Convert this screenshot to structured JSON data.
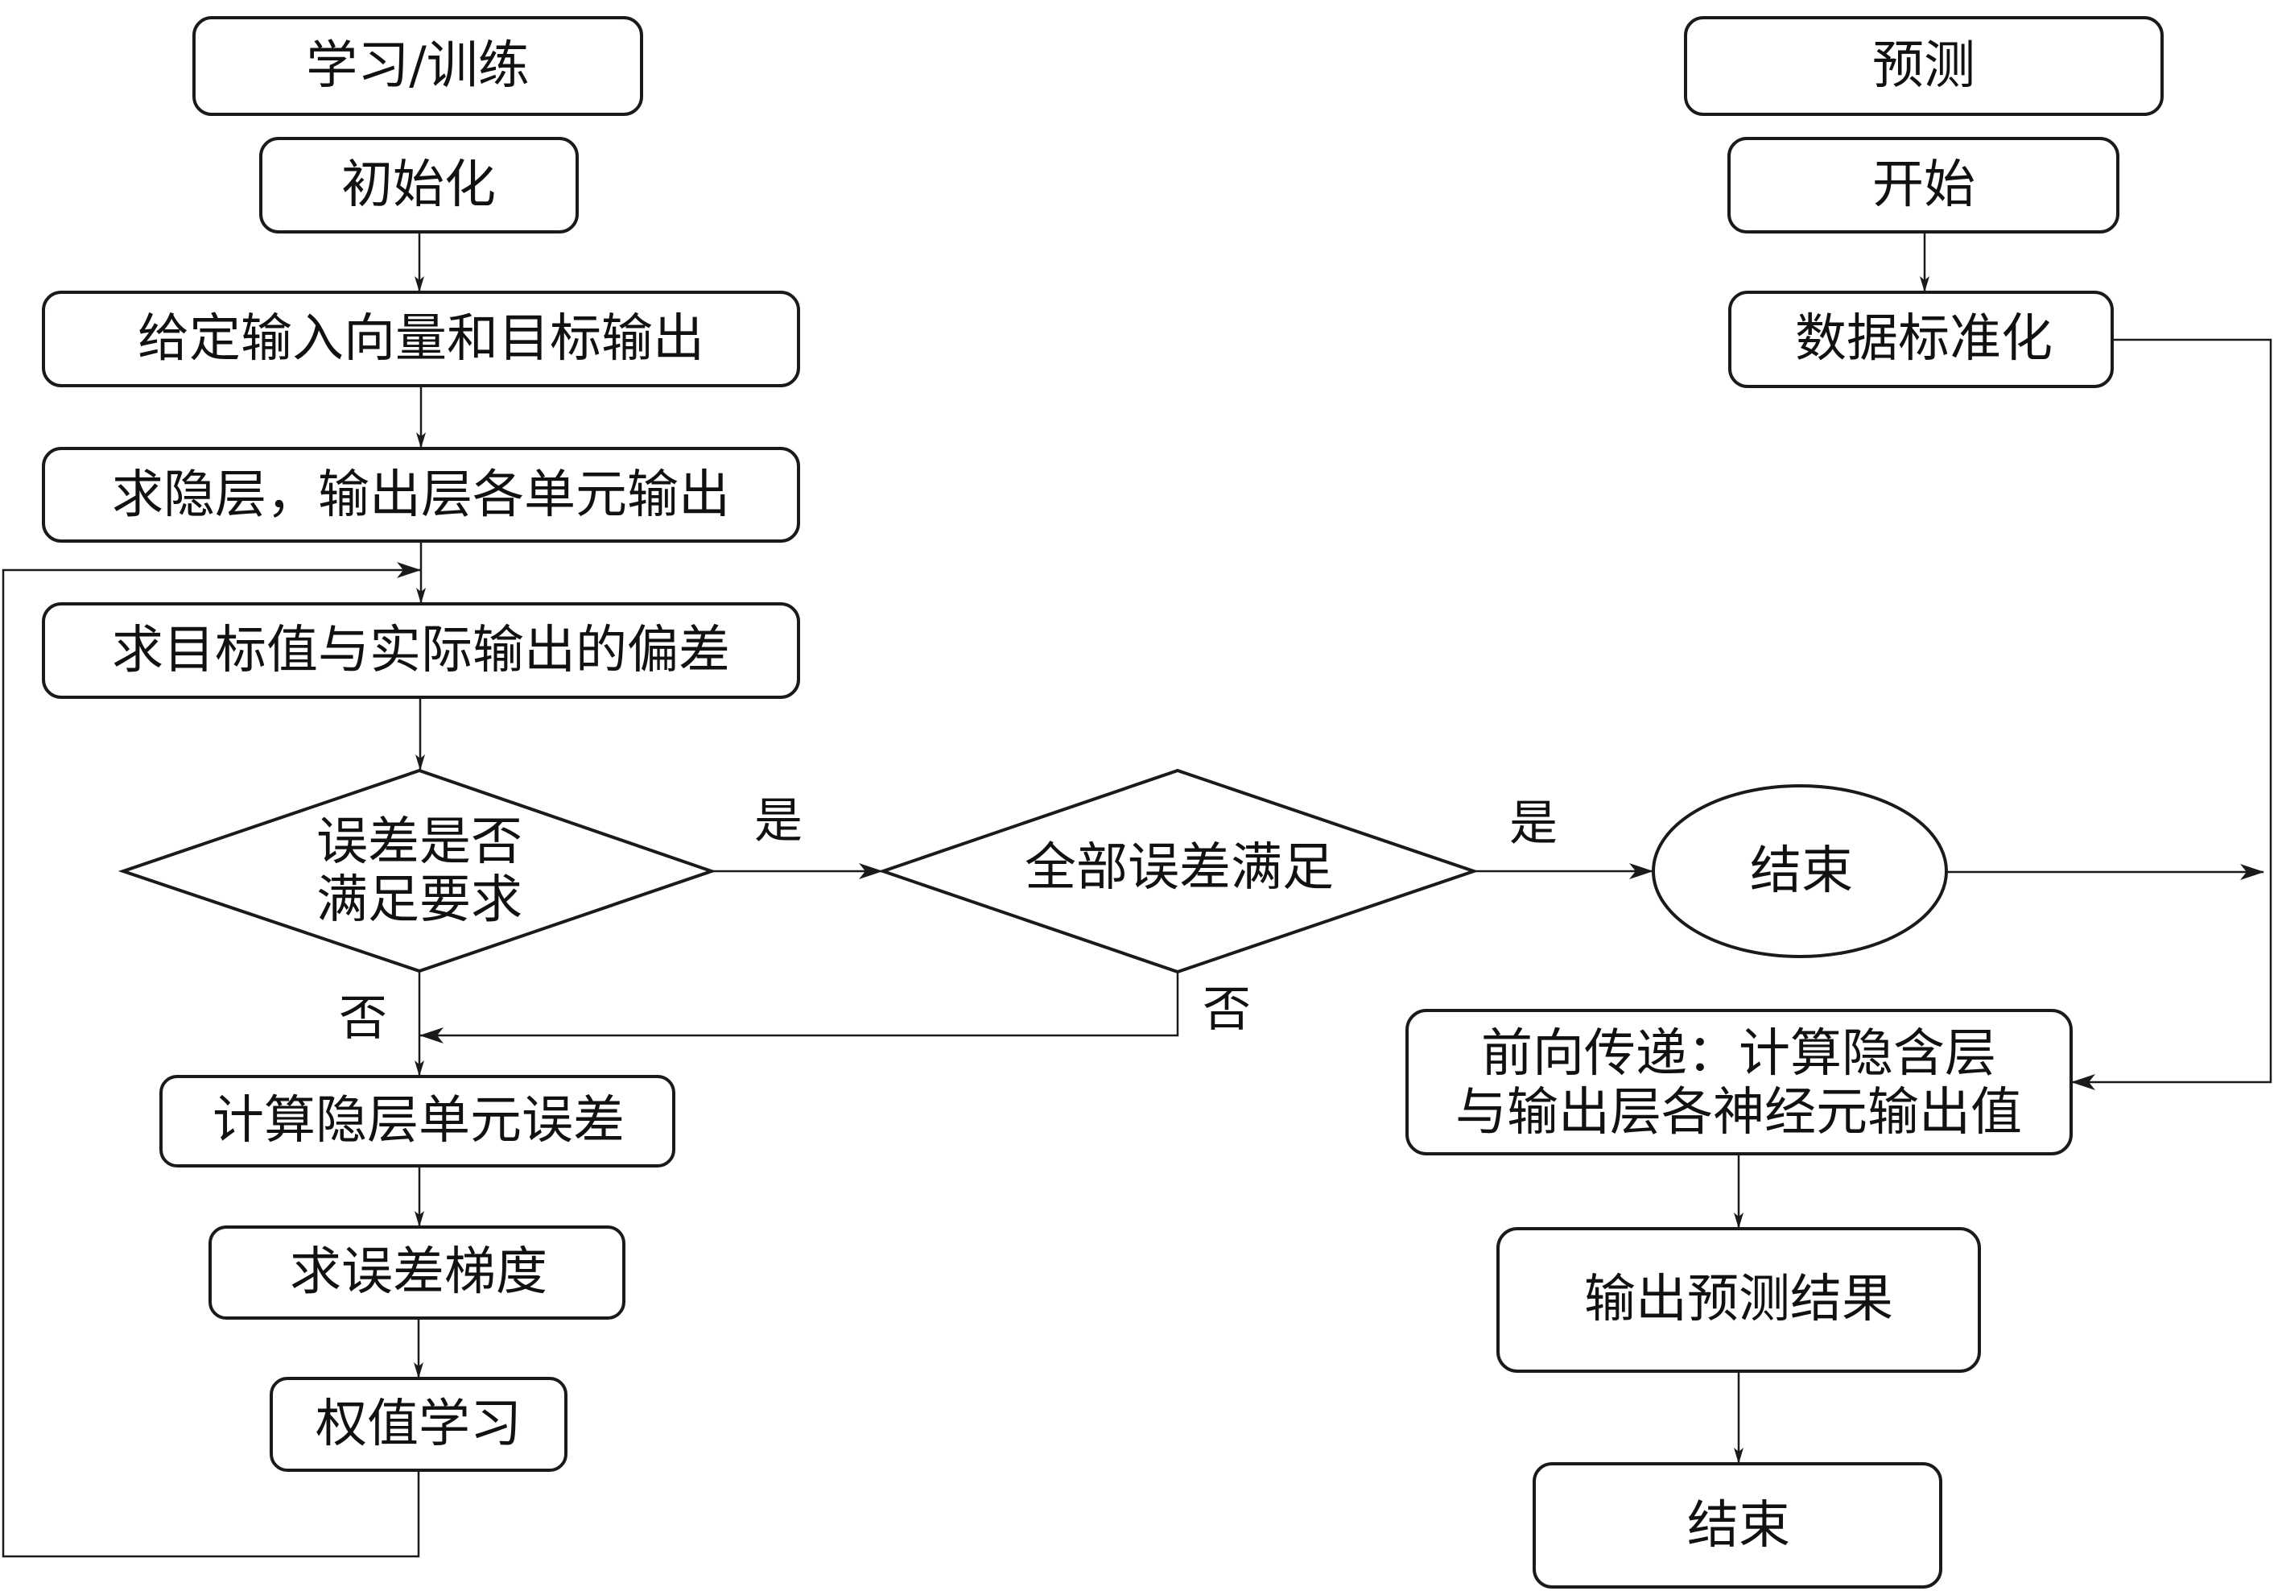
{
  "diagram": {
    "type": "flowchart",
    "training": {
      "header": "学习/训练",
      "init": "初始化",
      "give_input": "给定输入向量和目标输出",
      "hidden_output": "求隐层，输出层各单元输出",
      "deviation": "求目标值与实际输出的偏差",
      "decision_error": [
        "误差是否",
        "满足要求"
      ],
      "decision_all": "全部误差满足",
      "end": "结束",
      "hidden_error": "计算隐层单元误差",
      "gradient": "求误差梯度",
      "weight_learning": "权值学习"
    },
    "prediction": {
      "header": "预测",
      "start": "开始",
      "normalize": "数据标准化",
      "forward": [
        "前向传递：计算隐含层",
        "与输出层各神经元输出值"
      ],
      "output": "输出预测结果",
      "end": "结束"
    },
    "edge_labels": {
      "yes_1": "是",
      "yes_2": "是",
      "no_1": "否",
      "no_2": "否"
    },
    "colors": {
      "stroke": "#1a1a1a",
      "background": "#ffffff",
      "text": "#111111"
    }
  }
}
